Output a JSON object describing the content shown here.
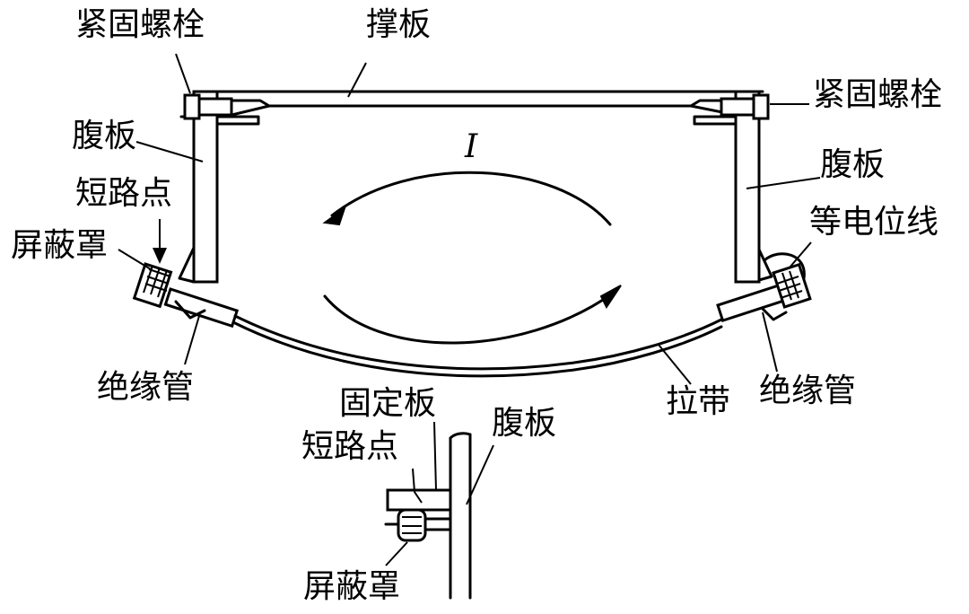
{
  "labels": {
    "bolt_left": "紧固螺栓",
    "bolt_right": "紧固螺栓",
    "brace_plate": "撑板",
    "web_left": "腹板",
    "web_right": "腹板",
    "current": "I",
    "short_point_left": "短路点",
    "shield_left": "屏蔽罩",
    "equipotential_wire": "等电位线",
    "insulation_tube_left": "绝缘管",
    "insulation_tube_right": "绝缘管",
    "tie_strap": "拉带",
    "detail_fixing_plate": "固定板",
    "detail_web": "腹板",
    "detail_short_point": "短路点",
    "detail_shield": "屏蔽罩"
  }
}
